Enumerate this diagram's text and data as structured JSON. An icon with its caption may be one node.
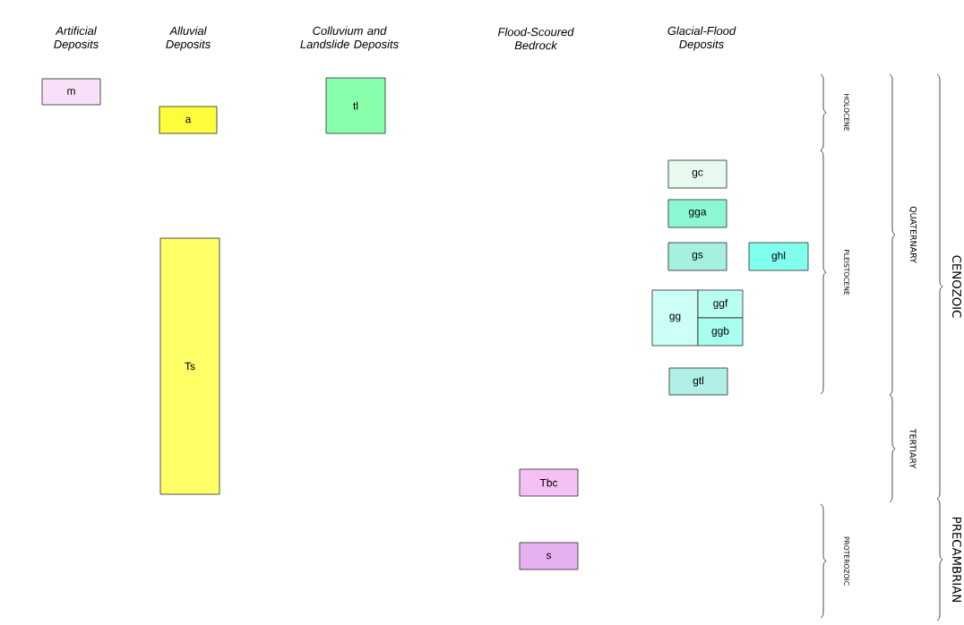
{
  "diagram": {
    "nodes": [
      {
        "text": [
          "m"
        ]
      },
      {
        "text": [
          "a"
        ]
      },
      {
        "text": [
          "tl"
        ]
      },
      {
        "text": [
          "gc"
        ]
      },
      {
        "text": [
          "gga"
        ]
      },
      {
        "text": [
          "gs"
        ]
      },
      {
        "text": [
          "ghl"
        ]
      },
      {
        "text": [
          "gg"
        ]
      },
      {
        "text": [
          "ggf"
        ]
      },
      {
        "text": [
          "ggb"
        ]
      },
      {
        "text": [
          "gtl"
        ]
      },
      {
        "text": [
          "Ts"
        ]
      },
      {
        "text": [
          "Tbc"
        ]
      },
      {
        "text": [
          "s"
        ]
      }
    ],
    "labels": [
      "Artificial Deposits",
      "Alluvial Deposits",
      "Colluvium and Landslide Deposits",
      "Flood-Scoured Bedrock",
      "Glacial-Flood Deposits",
      "HOLOCENE",
      "PLEISTOCENE",
      "PROTEROZOIC",
      "QUATERNARY",
      "TERTIARY",
      "CENOZOIC",
      "PRECAMBRIAN"
    ]
  }
}
